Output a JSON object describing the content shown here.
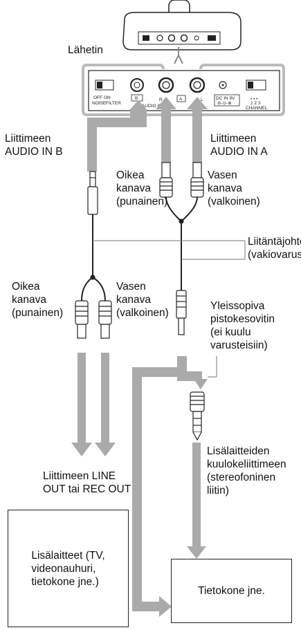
{
  "labels": {
    "transmitter": "Lähetin",
    "to_audio_in_b": "Liittimeen\nAUDIO IN B",
    "to_audio_in_a": "Liittimeen\nAUDIO IN A",
    "right_channel_red_top": "Oikea\nkanava\n(punainen)",
    "left_channel_white_top": "Vasen\nkanava\n(valkoinen)",
    "connection_cord": "Liitäntäjohto\n(vakiovaruste)",
    "right_channel_red_bottom": "Oikea\nkanava\n(punainen)",
    "left_channel_white_bottom": "Vasen\nkanava\n(valkoinen)",
    "adapter": "Yleissopiva\npistokesovitin\n(ei kuulu\nvarusteisiin)",
    "headphone_jack": "Lisälaitteiden\nkuulokeliittimeen\n(stereofoninen\nliitin)",
    "to_line_out": "Liittimeen LINE\nOUT tai REC OUT",
    "box_left": "Lisälaitteet (TV,\nvideonauhuri,\ntietokone jne.)",
    "box_right": "Tietokone jne."
  },
  "panel_text": {
    "off": "OFF",
    "noise": "NOISE",
    "on": "ON",
    "filter": "FILTER",
    "b": "B",
    "r": "R",
    "audio_in": "AUDIO IN",
    "a": "A",
    "l": "L",
    "dc_in": "DC IN 9V",
    "channel_nums": "1 2 3",
    "channel": "CHANNEL"
  }
}
